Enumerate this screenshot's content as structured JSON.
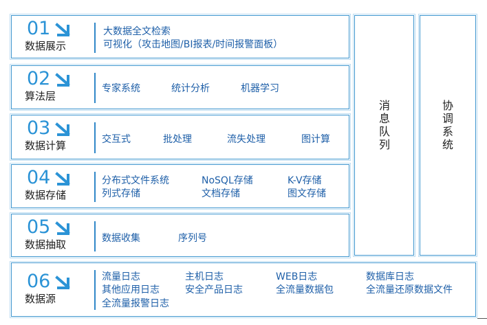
{
  "layers": [
    {
      "num": "01",
      "name": "数据展示",
      "items": [
        "大数据全文检索",
        "可视化（攻击地图/BI报表/时间报警面板）"
      ]
    },
    {
      "num": "02",
      "name": "算法层",
      "items": [
        "专家系统",
        "统计分析",
        "机器学习"
      ]
    },
    {
      "num": "03",
      "name": "数据计算",
      "items": [
        "交互式",
        "批处理",
        "流失处理",
        "图计算"
      ]
    },
    {
      "num": "04",
      "name": "数据存储",
      "items": [
        "分布式文件系统",
        "NoSQL存储",
        "K-V存储",
        "列式存储",
        "文档存储",
        "图文存储"
      ]
    },
    {
      "num": "05",
      "name": "数据抽取",
      "items": [
        "数据收集",
        "序列号"
      ]
    },
    {
      "num": "06",
      "name": "数据源",
      "items": [
        "流量日志",
        "主机日志",
        "WEB日志",
        "数据库日志",
        "其他应用日志",
        "安全产品日志",
        "全流量数据包",
        "全流量还原数据文件",
        "全流量报警日志"
      ]
    }
  ],
  "side": {
    "mq": "消息队列",
    "coord": "协调系统"
  },
  "colors": {
    "border": "#3d95cf",
    "number": "#2b93d6",
    "item_text": "#1e5fa8"
  }
}
